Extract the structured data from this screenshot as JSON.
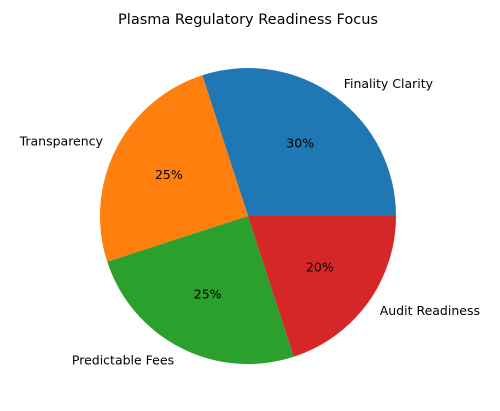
{
  "chart_data": {
    "type": "pie",
    "title": "Plasma Regulatory Readiness Focus",
    "slices": [
      {
        "label": "Finality Clarity",
        "value": 30,
        "pct_label": "30%",
        "color": "#1f77b4"
      },
      {
        "label": "Transparency",
        "value": 25,
        "pct_label": "25%",
        "color": "#ff7f0e"
      },
      {
        "label": "Predictable Fees",
        "value": 25,
        "pct_label": "25%",
        "color": "#2ca02c"
      },
      {
        "label": "Audit Readiness",
        "value": 20,
        "pct_label": "20%",
        "color": "#d62728"
      }
    ],
    "start_angle_deg": 0,
    "direction": "counterclockwise"
  }
}
